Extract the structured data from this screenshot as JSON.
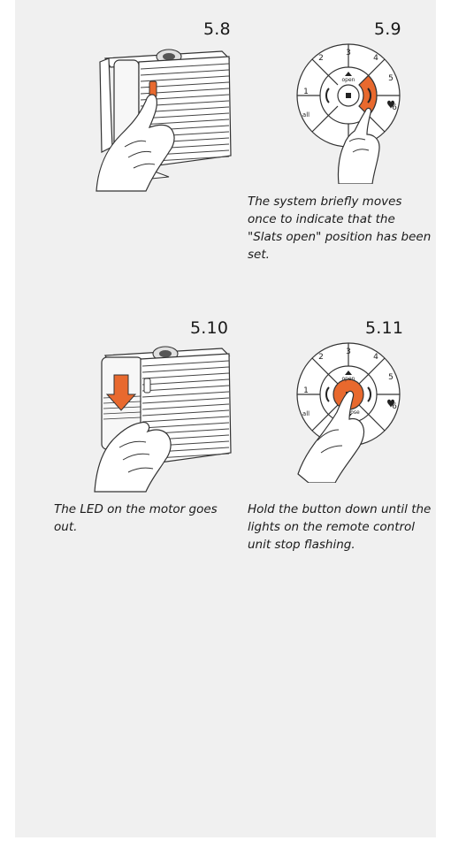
{
  "steps": [
    {
      "number": "5.8",
      "caption": ""
    },
    {
      "number": "5.9",
      "caption": "The system briefly moves once to indicate that the \"Slats open\" position has been set."
    },
    {
      "number": "5.10",
      "caption": "The LED on the motor goes out."
    },
    {
      "number": "5.11",
      "caption": "Hold the button down until the lights on the remote control unit stop flashing."
    }
  ],
  "remote_labels": {
    "b1": "1",
    "b2": "2",
    "b3": "3",
    "b4": "4",
    "b5": "5",
    "b6": "6",
    "all": "all",
    "open": "open",
    "close": "close"
  },
  "colors": {
    "accent": "#e8692e",
    "panel_background": "#f0f0f0",
    "text": "#1a1a1a"
  }
}
